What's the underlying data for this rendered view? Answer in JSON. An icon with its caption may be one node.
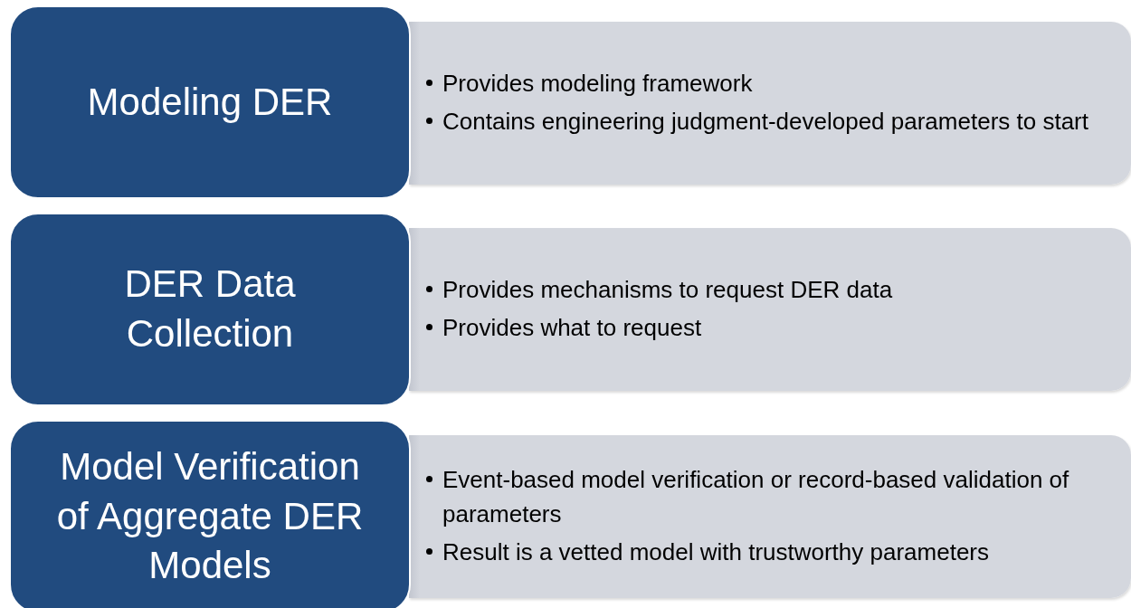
{
  "diagram": {
    "nodes": [
      {
        "text": [
          "Modeling DER"
        ]
      },
      {
        "text": [
          "Provides modeling framework",
          "Contains engineering judgment-developed parameters to start"
        ]
      },
      {
        "text": [
          "DER Data Collection"
        ]
      },
      {
        "text": [
          "Provides mechanisms to request DER data",
          "Provides what to request"
        ]
      },
      {
        "text": [
          "Model Verification of Aggregate DER Models"
        ]
      },
      {
        "text": [
          "Event-based model verification or record-based validation of parameters",
          "Result is a vetted model with trustworthy parameters"
        ]
      }
    ]
  }
}
